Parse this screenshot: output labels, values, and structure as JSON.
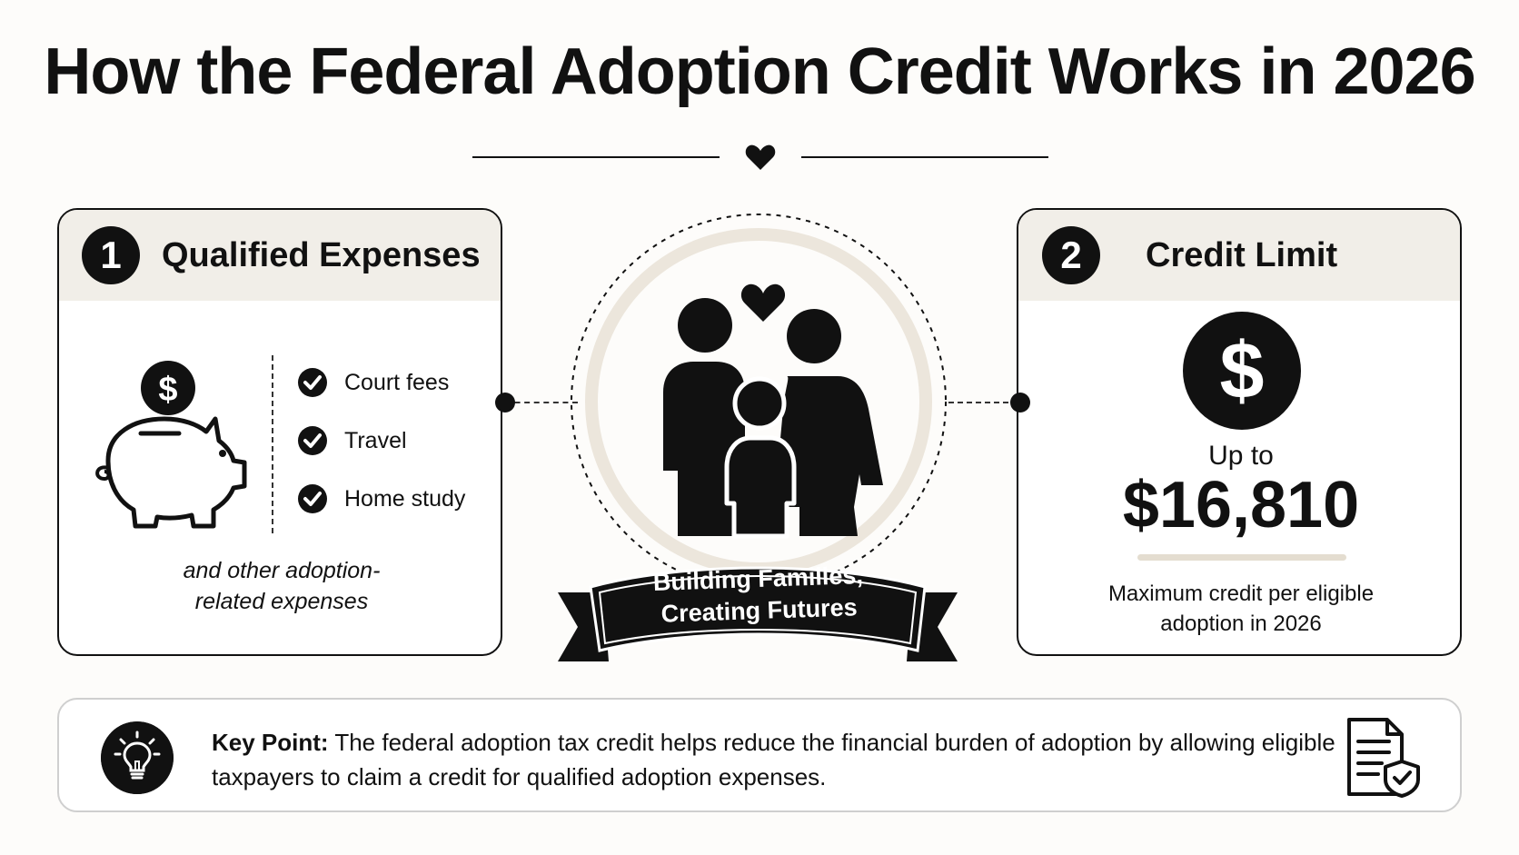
{
  "title": "How the Federal Adoption Credit Works in 2026",
  "card1": {
    "number": "1",
    "title": "Qualified Expenses",
    "items": [
      "Court fees",
      "Travel",
      "Home study"
    ],
    "note_line1": "and other adoption-",
    "note_line2": "related expenses",
    "coin_symbol": "$"
  },
  "card2": {
    "number": "2",
    "title": "Credit Limit",
    "dollar_symbol": "$",
    "upto": "Up to",
    "amount": "$16,810",
    "note_line1": "Maximum credit per eligible",
    "note_line2": "adoption in 2026"
  },
  "banner": {
    "line1": "Building Families,",
    "line2": "Creating Futures"
  },
  "key_point": {
    "label": "Key Point:",
    "text": "The federal adoption tax credit helps reduce the financial burden of adoption by allowing eligible taxpayers to claim a credit for qualified adoption expenses."
  },
  "icons": [
    "heart-icon",
    "piggy-bank-icon",
    "check-icon",
    "family-icon",
    "dollar-icon",
    "lightbulb-icon",
    "document-shield-icon"
  ],
  "colors": {
    "ink": "#111111",
    "header_bg": "#f1eee8",
    "ring": "#ece6dc"
  }
}
